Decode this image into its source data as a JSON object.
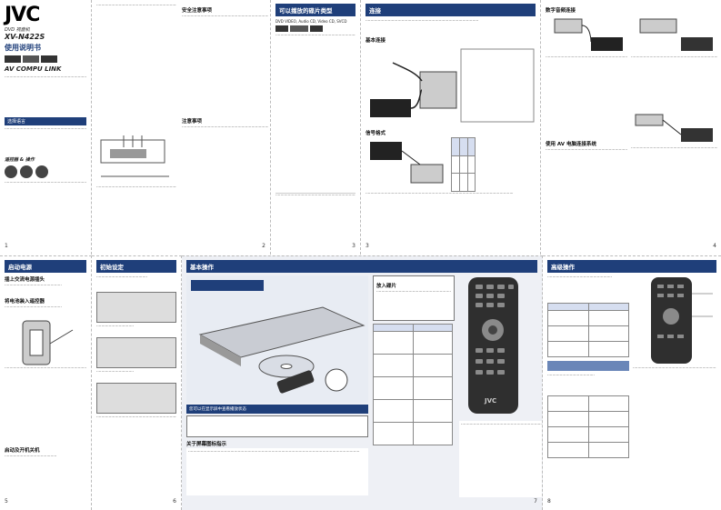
{
  "cover": {
    "brand": "JVC",
    "product": "DVD 视盘机",
    "model": "XV-N422S",
    "manual_title": "使用说明书",
    "av_compu_link": "AV COMPU LINK",
    "language_title": "选择语言",
    "remote_title": "遥控器 & 操作",
    "warning_title": "警告",
    "page_number": "1"
  },
  "page2": {
    "title": "安全注意事项",
    "notes_title": "注意事项",
    "page_number": "2"
  },
  "page3": {
    "title": "可以播放的碟片类型",
    "disc_types": "DVD VIDEO, Audio CD, Video CD, SVCD",
    "page_number": "3"
  },
  "page4": {
    "title": "连接",
    "basic_title": "基本连接",
    "table_title": "信号格式",
    "page_number": "3"
  },
  "page5": {
    "title": "数字音频连接",
    "section_av": "使用 AV 电脑连接系统",
    "page_number": "4"
  },
  "page6": {
    "title": "启动电源",
    "sub1": "插上交流电源插头",
    "sub2": "将电池装入遥控器",
    "sub3": "启动及开机关机",
    "page_number": "5"
  },
  "page7": {
    "title": "初始设定",
    "page_number": "6"
  },
  "page8": {
    "title": "基本操作",
    "step_title": "放入碟片",
    "callout": "您可以在显示屏中查看播放状态",
    "display_title": "关于屏幕图标指示",
    "page_number": "7"
  },
  "page9": {
    "title": "高级操作",
    "page_number": "8"
  }
}
